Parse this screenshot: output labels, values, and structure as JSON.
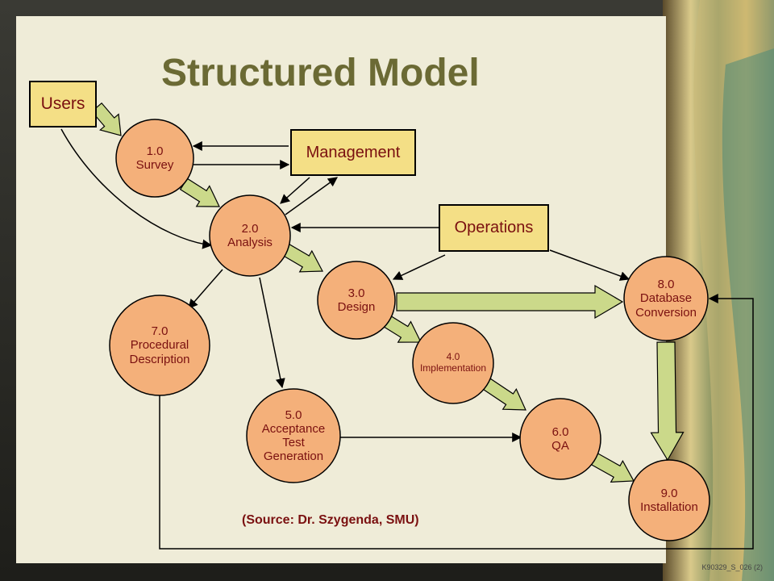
{
  "title": "Structured Model",
  "source": "(Source: Dr. Szygenda, SMU)",
  "slide_code": "K90329_S_026 (2)",
  "entities": {
    "users": "Users",
    "management": "Management",
    "operations": "Operations"
  },
  "processes": {
    "survey": {
      "num": "1.0",
      "label": [
        "Survey"
      ]
    },
    "analysis": {
      "num": "2.0",
      "label": [
        "Analysis"
      ]
    },
    "design": {
      "num": "3.0",
      "label": [
        "Design"
      ]
    },
    "implementation": {
      "num": "4.0",
      "label": [
        "Implementation"
      ]
    },
    "acceptance": {
      "num": "5.0",
      "label": [
        "Acceptance",
        "Test",
        "Generation"
      ]
    },
    "qa": {
      "num": "6.0",
      "label": [
        "QA"
      ]
    },
    "procedural": {
      "num": "7.0",
      "label": [
        "Procedural",
        "Description"
      ]
    },
    "dbconv": {
      "num": "8.0",
      "label": [
        "Database",
        "Conversion"
      ]
    },
    "install": {
      "num": "9.0",
      "label": [
        "Installation"
      ]
    }
  },
  "colors": {
    "slide_bg": "#efecd8",
    "process_fill": "#f4b07a",
    "entity_fill": "#f4df86",
    "flow_arrow_fill": "#cbd98a",
    "text": "#7a1010",
    "title": "#6b6a34"
  }
}
